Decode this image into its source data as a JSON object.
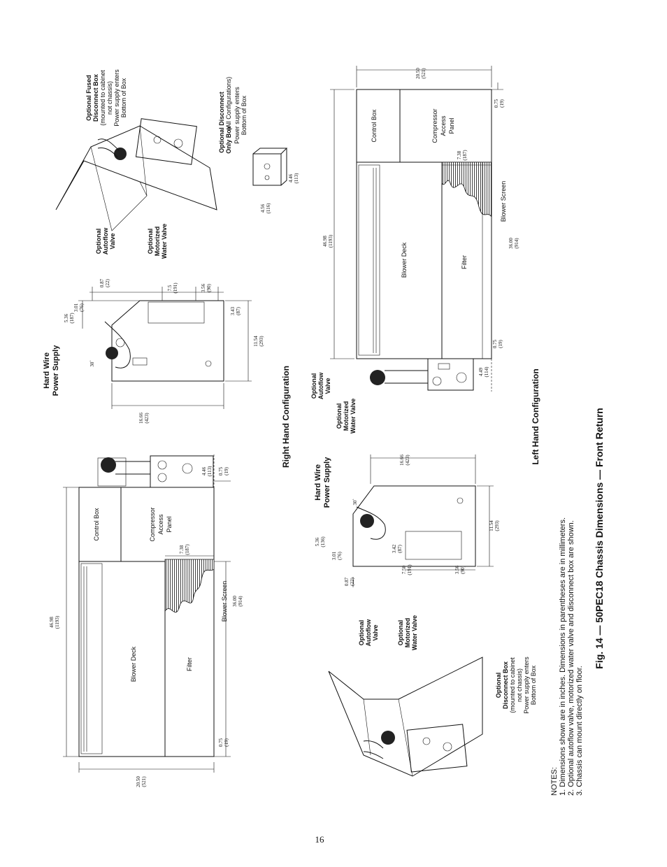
{
  "figure": {
    "caption": "Fig. 14 — 50PEC18 Chassis Dimensions — Front Return"
  },
  "page_number": "16",
  "sections": {
    "right_hand": "Right Hand Configuration",
    "left_hand": "Left Hand Configuration"
  },
  "notes": {
    "heading": "NOTES:",
    "items": [
      "1.  Dimensions shown are in inches. Dimensions in parentheses are in millimeters.",
      "2.  Optional autoflow valve, motorized water valve and disconnect box are shown.",
      "3.  Chassis can mount directly on floor."
    ]
  },
  "front_view_left": {
    "control_box": "Control Box",
    "compressor_panel": [
      "Compressor",
      "Access",
      "Panel"
    ],
    "blower_deck": "Blower Deck",
    "filter": "Filter",
    "blower_screen": "Blower Screen",
    "dims": {
      "width": [
        "46.98",
        "(1193)"
      ],
      "height": [
        "20.50",
        "(521)"
      ],
      "d446": [
        "4.46",
        "(113)"
      ],
      "d075a": [
        "0.75",
        "(19)"
      ],
      "d738": [
        "7.38",
        "(187)"
      ],
      "d3600": [
        "36.00",
        "(914)"
      ],
      "d075b": [
        "0.75",
        "(19)"
      ]
    }
  },
  "side_view_top": {
    "title": [
      "Hard Wire",
      "Power Supply"
    ],
    "angle": "30˚",
    "dims": {
      "d536": [
        "5.36",
        "(187)"
      ],
      "d301": [
        "3.01",
        "(76)"
      ],
      "d087": [
        "0.87",
        "(22)"
      ],
      "d75": [
        "7.5",
        "(191)"
      ],
      "d356": [
        "3.56",
        "(90)"
      ],
      "d343": [
        "3.43",
        "(87)"
      ],
      "d1154": [
        "11.54",
        "(293)"
      ],
      "d1666": [
        "16.66",
        "(423)"
      ]
    }
  },
  "iso_top": {
    "autoflow": [
      "Optional",
      "Autoflow",
      "Valve"
    ],
    "motorized": [
      "Optional",
      "Motorized",
      "Water Valve"
    ],
    "fused_title": [
      "Optional Fused",
      "Disconnect Box"
    ],
    "fused_desc": [
      "(mounted to cabinet",
      "not chassis)",
      "Power supply enters",
      "Bottom of Box"
    ],
    "only_title": [
      "Optional Disconnect",
      "Only Box"
    ],
    "only_all": "(All Configurations)",
    "only_desc": [
      "Power supply enters",
      "Bottom of Box"
    ],
    "d456": [
      "4.56",
      "(116)"
    ],
    "d446": [
      "4.46",
      "(113)"
    ]
  },
  "iso_bottom": {
    "autoflow": [
      "Optional",
      "Autoflow",
      "Valve"
    ],
    "motorized": [
      "Optional",
      "Motorized",
      "Water Valve"
    ],
    "disc_title": [
      "Optional",
      "Disconnect Box"
    ],
    "disc_desc": [
      "(mounted to cabinet",
      "not chassis)",
      "Power supply enters",
      "Bottom of Box"
    ]
  },
  "side_view_bottom": {
    "title": [
      "Hard Wire",
      "Power Supply"
    ],
    "angle": "30˚",
    "dims": {
      "d536": [
        "5.36",
        "(136)"
      ],
      "d301": [
        "3.01",
        "(76)"
      ],
      "d087": [
        "0.87",
        "(22)"
      ],
      "d342": [
        "3.42",
        "(87)"
      ],
      "d750": [
        "7.50",
        "(191)"
      ],
      "d356": [
        "3.56",
        "(90)"
      ],
      "d1154": [
        "11.54",
        "(293)"
      ],
      "d1666": [
        "16.66",
        "(423)"
      ]
    }
  },
  "front_view_right": {
    "autoflow": [
      "Optional",
      "Autoflow",
      "Valve"
    ],
    "motorized": [
      "Optional",
      "Motorized",
      "Water Valve"
    ],
    "control_box": "Control Box",
    "compressor_panel": [
      "Compressor",
      "Access",
      "Panel"
    ],
    "blower_deck": "Blower Deck",
    "filter": "Filter",
    "blower_screen": "Blower Screen",
    "dims": {
      "height": [
        "20.50",
        "(521)"
      ],
      "d075a": [
        "0.75",
        "(19)"
      ],
      "width": [
        "46.98",
        "(1193)"
      ],
      "d738": [
        "7.38",
        "(187)"
      ],
      "d3600": [
        "36.00",
        "(914)"
      ],
      "d075b": [
        "0.75",
        "(19)"
      ],
      "d449": [
        "4.49",
        "(114)"
      ]
    }
  }
}
